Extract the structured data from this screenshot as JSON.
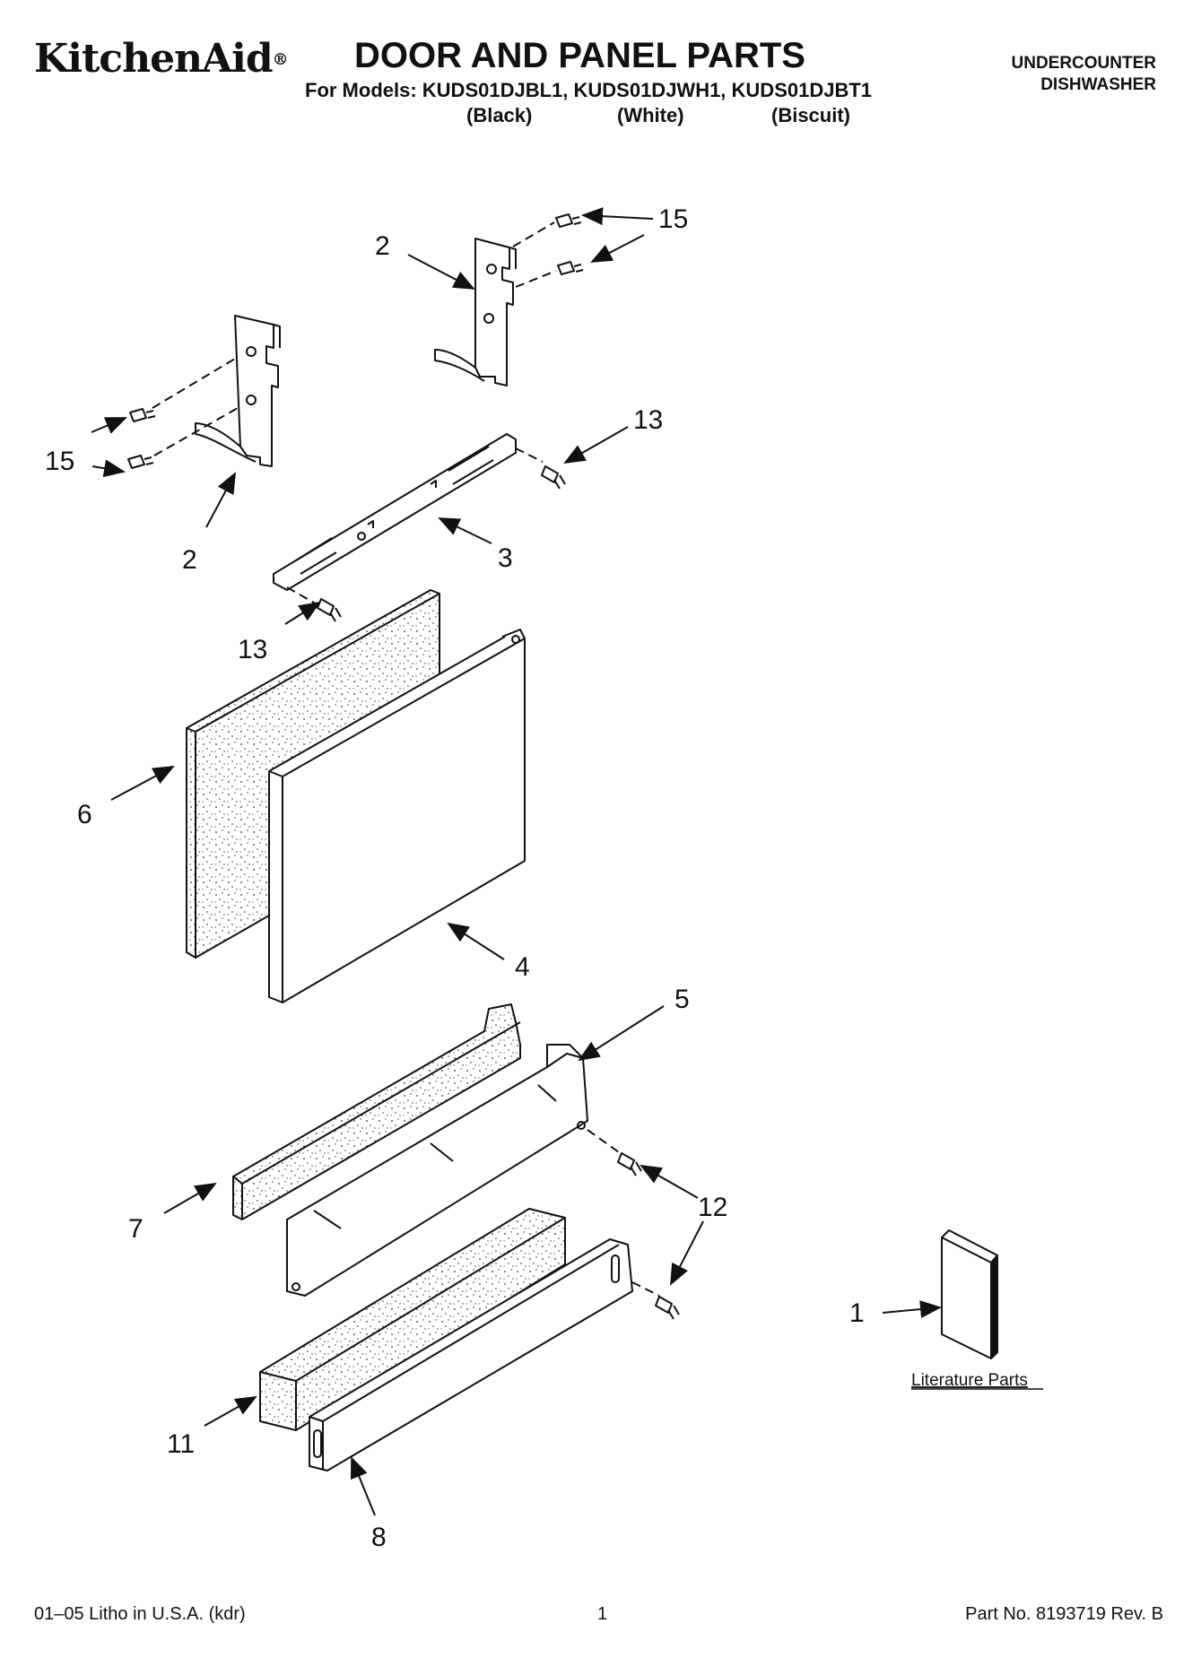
{
  "header": {
    "brand": "KitchenAid",
    "brand_mark": "®",
    "title": "DOOR AND PANEL PARTS",
    "models_line": "For Models: KUDS01DJBL1, KUDS01DJWH1, KUDS01DJBT1",
    "variants": [
      "(Black)",
      "(White)",
      "(Biscuit)"
    ],
    "category_line1": "UNDERCOUNTER",
    "category_line2": "DISHWASHER"
  },
  "callouts": {
    "c15a": "15",
    "c2a": "2",
    "c2b": "2",
    "c15b": "15",
    "c13a": "13",
    "c3": "3",
    "c13b": "13",
    "c6": "6",
    "c4": "4",
    "c5": "5",
    "c7": "7",
    "c12": "12",
    "c1": "1",
    "c11": "11",
    "c8": "8"
  },
  "literature_label": "Literature Parts",
  "footer": {
    "left": "01–05 Litho in U.S.A. (kdr)",
    "center": "1",
    "right": "Part No. 8193719 Rev. B"
  }
}
